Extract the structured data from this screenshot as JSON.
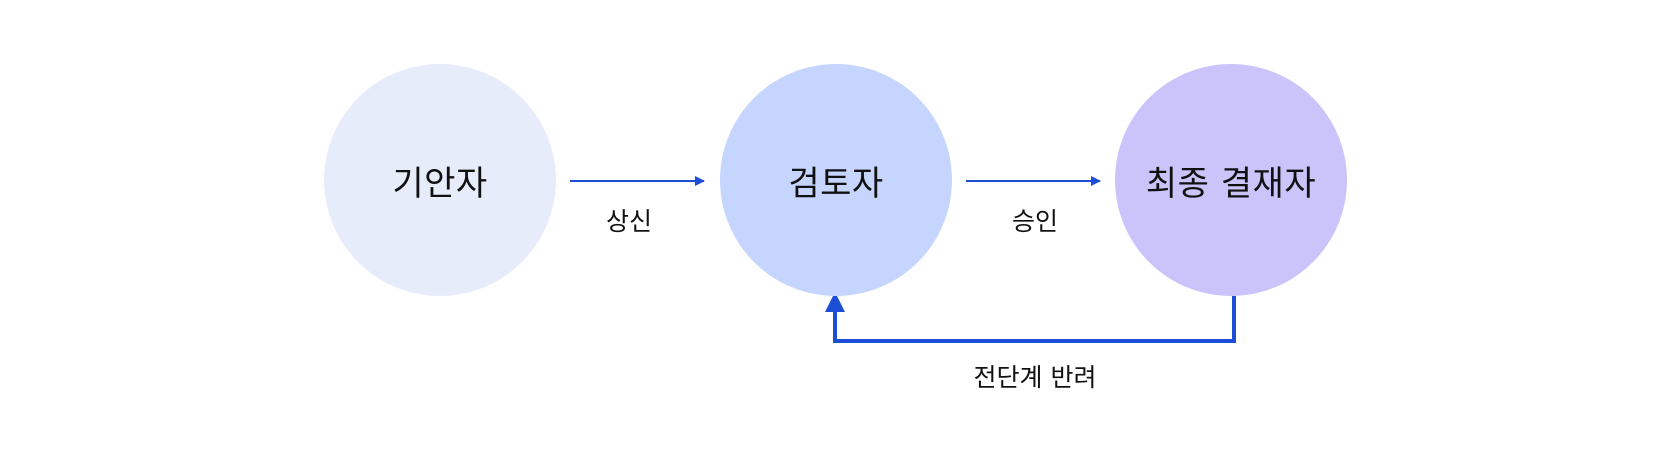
{
  "diagram": {
    "nodes": [
      {
        "id": "drafter",
        "label": "기안자",
        "color": "#e7ecfb"
      },
      {
        "id": "reviewer",
        "label": "검토자",
        "color": "#c5d5fe"
      },
      {
        "id": "final",
        "label": "최종 결재자",
        "color": "#cbc4fb"
      }
    ],
    "edges": [
      {
        "from": "drafter",
        "to": "reviewer",
        "label": "상신"
      },
      {
        "from": "reviewer",
        "to": "final",
        "label": "승인"
      },
      {
        "from": "final",
        "to": "reviewer",
        "label": "전단계 반려"
      }
    ],
    "edge_color": "#1d4ed8"
  }
}
